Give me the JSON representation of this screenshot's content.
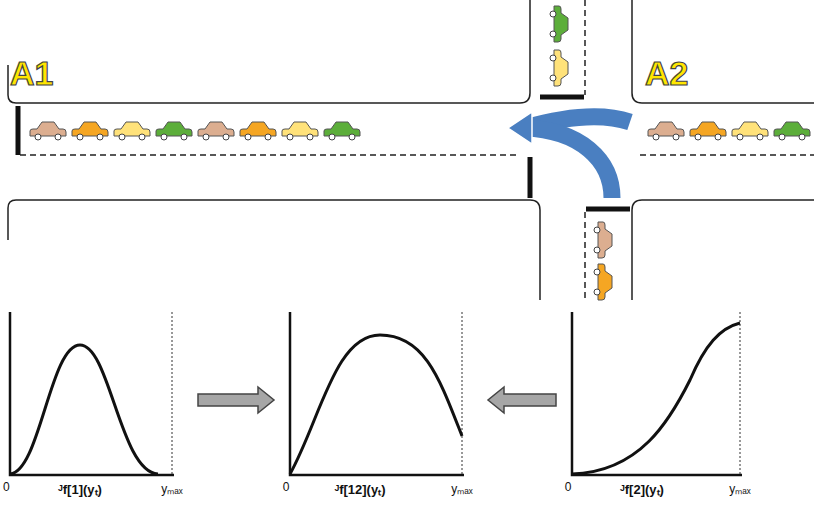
{
  "diagram": {
    "nodes": [
      {
        "text": [
          "0",
          "ᴶf[1](yₜ)",
          "yₘₐₓ"
        ]
      },
      {
        "text": [
          "0",
          "ᴶf[12](yₜ)",
          "yₘₐₓ"
        ]
      },
      {
        "text": [
          "0",
          "ᴶf[2](yₜ)",
          "yₘₐₓ"
        ]
      }
    ],
    "edges": [
      {
        "from": 0,
        "to": 1,
        "arrow": "to"
      },
      {
        "from": 2,
        "to": 1,
        "arrow": "to"
      }
    ],
    "labels": [
      "A1",
      "A2"
    ]
  }
}
